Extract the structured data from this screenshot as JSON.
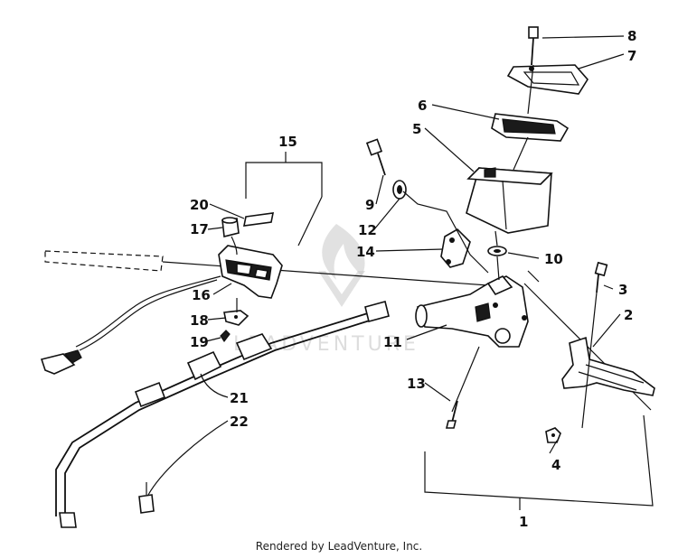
{
  "diagram": {
    "callouts": [
      "1",
      "2",
      "3",
      "4",
      "5",
      "6",
      "7",
      "8",
      "9",
      "10",
      "11",
      "12",
      "13",
      "14",
      "15",
      "16",
      "17",
      "18",
      "19",
      "20",
      "21",
      "22"
    ]
  },
  "watermark": {
    "text": "LEADVENTURE"
  },
  "footer": {
    "text": "Rendered by LeadVenture, Inc."
  }
}
